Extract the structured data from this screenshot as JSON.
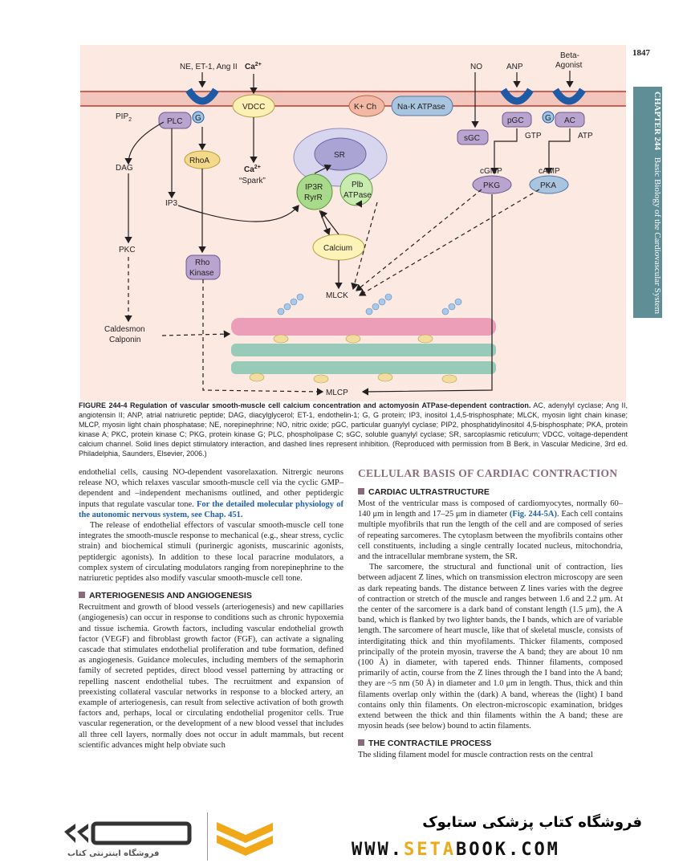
{
  "page": {
    "number": "1847",
    "chapter_tab": {
      "chapter": "CHAPTER 244",
      "title": "Basic Biology of the Cardiovascular System"
    }
  },
  "figure": {
    "labels": {
      "ne": "NE, ET-1, Ang II",
      "ca_top": "Ca",
      "ca_sup": "2+",
      "no": "NO",
      "anp": "ANP",
      "beta1": "Beta-",
      "beta2": "Agonist",
      "pip2": "PIP",
      "pip2_sub": "2",
      "plc": "PLC",
      "g1": "G",
      "g2": "G",
      "vdcc": "VDCC",
      "kch": "K+ Ch",
      "naka": "Na-K ATPase",
      "sgc": "sGC",
      "pgc": "pGC",
      "ac": "AC",
      "gtp": "GTP",
      "atp": "ATP",
      "dag": "DAG",
      "rhoa": "RhoA",
      "ca_spark1": "Ca",
      "ca_spark_sup": "2+",
      "spark": "“Spark”",
      "sr": "SR",
      "ip3r1": "IP3R",
      "ip3r2": "RyrR",
      "plb1": "Plb",
      "plb2": "ATPase",
      "cgmp": "cGMP",
      "camp": "cAMP",
      "pkg": "PKG",
      "pka": "PKA",
      "ip3": "IP3",
      "calcium": "Calcium",
      "pkc": "PKC",
      "rho1": "Rho",
      "rho2": "Kinase",
      "mlck": "MLCK",
      "caldesmon": "Caldesmon",
      "calponin": "Calponin",
      "mlcp": "MLCP"
    }
  },
  "caption": {
    "lead": "FIGURE 244-4  Regulation of vascular smooth-muscle cell calcium concentration and actomyosin ATPase-dependent contraction.",
    "body": " AC, adenylyl cyclase; Ang II, angiotensin II; ANP, atrial natriuretic peptide; DAG, diacylglycerol; ET-1, endothelin-1; G, G protein; IP3, inositol 1,4,5-trisphosphate; MLCK, myosin light chain kinase; MLCP, myosin light chain phosphatase; NE, norepinephrine; NO, nitric oxide; pGC, particular guanylyl cyclase; PIP2, phosphatidylinositol 4,5-bisphosphate; PKA, protein kinase A; PKC, protein kinase C; PKG, protein kinase G; PLC, phospholipase C; sGC, soluble guanylyl cyclase; SR, sarcoplasmic reticulum; VDCC, voltage-dependent calcium channel. Solid lines depict stimulatory interaction, and dashed lines represent inhibition. (Reproduced with permission from B Berk, in Vascular Medicine, 3rd ed. Philadelphia, Saunders, Elsevier, 2006.)"
  },
  "left_column": {
    "p1": "endothelial cells, causing NO-dependent vasorelaxation. Nitrergic neurons release NO, which relaxes vascular smooth-muscle cell via the cyclic GMP–dependent and –independent mechanisms outlined, and other peptidergic inputs that regulate vascular tone. ",
    "p1_link": "For the detailed molecular physiology of the autonomic nervous system, see Chap. 451.",
    "p2": "The release of endothelial effectors of vascular smooth-muscle cell tone integrates the smooth-muscle response to mechanical (e.g., shear stress, cyclic strain) and biochemical stimuli (purinergic agonists, muscarinic agonists, peptidergic agonists). In addition to these local paracrine modulators, a complex system of circulating modulators ranging from norepinephrine to the natriuretic peptides also modify vascular smooth-muscle cell tone.",
    "heading": "ARTERIOGENESIS AND ANGIOGENESIS",
    "p3": "Recruitment and growth of blood vessels (arteriogenesis) and new capillaries (angiogenesis) can occur in response to conditions such as chronic hypoxemia and tissue ischemia. Growth factors, including vascular endothelial growth factor (VEGF) and fibroblast growth factor (FGF), can activate a signaling cascade that stimulates endothelial proliferation and tube formation, defined as angiogenesis. Guidance molecules, including members of the semaphorin family of secreted peptides, direct blood vessel patterning by attracting or repelling nascent endothelial tubes. The recruitment and expansion of preexisting collateral vascular networks in response to a blocked artery, an example of arteriogenesis, can result from selective activation of both growth factors and, perhaps, local or circulating endothelial progenitor cells. True vascular regeneration, or the development of a new blood vessel that includes all three cell layers, normally does not occur in adult mammals, but recent scientific advances might help obviate such"
  },
  "right_column": {
    "section_title": "CELLULAR BASIS OF CARDIAC CONTRACTION",
    "heading1": "CARDIAC ULTRASTRUCTURE",
    "p1a": "Most of the ventricular mass is composed of cardiomyocytes, normally 60–140 μm in length and 17–25 μm in diameter ",
    "p1_link": "(Fig. 244-5A)",
    "p1b": ". Each cell contains multiple myofibrils that run the length of the cell and are composed of series of repeating sarcomeres. The cytoplasm between the myofibrils contains other cell constituents, including a single centrally located nucleus, mitochondria, and the intracellular membrane system, the SR.",
    "p2": "The sarcomere, the structural and functional unit of contraction, lies between adjacent Z lines, which on transmission electron microscopy are seen as dark repeating bands. The distance between Z lines varies with the degree of contraction or stretch of the muscle and ranges between 1.6 and 2.2 μm. At the center of the sarcomere is a dark band of constant length (1.5 μm), the A band, which is flanked by two lighter bands, the I bands, which are of variable length. The sarcomere of heart muscle, like that of skeletal muscle, consists of interdigitating thick and thin myofilaments. Thicker filaments, composed principally of the protein myosin, traverse the A band; they are about 10 nm (100 Å) in diameter, with tapered ends. Thinner filaments, composed primarily of actin, course from the Z lines through the I band into the A band; they are ~5 nm (50 Å) in diameter and 1.0 μm in length. Thus, thick and thin filaments overlap only within the (dark) A band, whereas the (light) I band contains only thin filaments. On electron-microscopic examination, bridges extend between the thick and thin filaments within the A band; these are myosin heads (see below) bound to actin filaments.",
    "heading2": "THE CONTRACTILE PROCESS",
    "p3": "The sliding filament model for muscle contraction rests on the central"
  },
  "footer": {
    "store_name": "فروشگاه کتاب پزشکی ستابوک",
    "url_a": "WWW.",
    "url_b": "SETA",
    "url_c": "BOOK.COM",
    "logo_sub": "فروشگاه اینترنتی کتاب"
  }
}
